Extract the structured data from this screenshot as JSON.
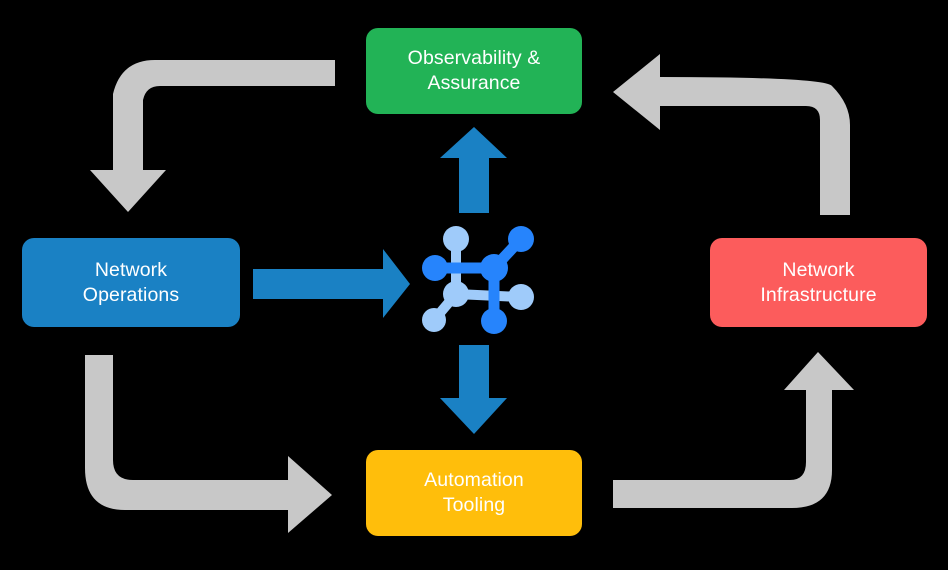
{
  "diagram": {
    "title": "Network automation closed-loop cycle",
    "background_color": "#000000",
    "nodes": [
      {
        "id": "observability",
        "label": "Observability &\nAssurance",
        "color": "#22b356",
        "text_color": "#ffffff",
        "position": "top"
      },
      {
        "id": "network-operations",
        "label": "Network\nOperations",
        "color": "#1a81c4",
        "text_color": "#ffffff",
        "position": "left"
      },
      {
        "id": "network-infrastructure",
        "label": "Network\nInfrastructure",
        "color": "#fc5c5c",
        "text_color": "#ffffff",
        "position": "right"
      },
      {
        "id": "automation-tooling",
        "label": "Automation\nTooling",
        "color": "#ffbe0b",
        "text_color": "#ffffff",
        "position": "bottom"
      }
    ],
    "center_icon": {
      "name": "network-topology-icon",
      "primary_color": "#2684fc",
      "secondary_color": "#9fcbfa"
    },
    "arrows": [
      {
        "id": "ops-to-center",
        "style": "straight",
        "direction": "right",
        "color": "#1a81c4",
        "from": "network-operations",
        "to": "center-icon"
      },
      {
        "id": "center-to-observability",
        "style": "straight",
        "direction": "up",
        "color": "#1a81c4",
        "from": "center-icon",
        "to": "observability"
      },
      {
        "id": "center-to-automation",
        "style": "straight",
        "direction": "down",
        "color": "#1a81c4",
        "from": "center-icon",
        "to": "automation-tooling"
      },
      {
        "id": "observability-to-ops",
        "style": "elbow",
        "direction": "down",
        "color": "#c8c8c8",
        "from": "observability",
        "to": "network-operations"
      },
      {
        "id": "ops-to-automation",
        "style": "elbow",
        "direction": "right",
        "color": "#c8c8c8",
        "from": "network-operations",
        "to": "automation-tooling"
      },
      {
        "id": "automation-to-infra",
        "style": "elbow",
        "direction": "up",
        "color": "#c8c8c8",
        "from": "automation-tooling",
        "to": "network-infrastructure"
      },
      {
        "id": "infra-to-observability",
        "style": "elbow",
        "direction": "left",
        "color": "#c8c8c8",
        "from": "network-infrastructure",
        "to": "observability"
      }
    ]
  }
}
